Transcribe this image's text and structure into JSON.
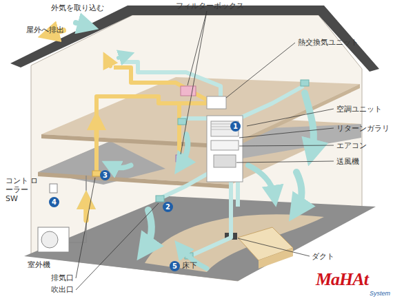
{
  "diagram": {
    "labels": [
      "外気を取り込む",
      "屋外へ排出",
      "フィルターボックス",
      "熱交換気ユニット",
      "空調ユニット",
      "リターンガラリ",
      "エアコン",
      "送風機",
      "ダクト",
      "コント ローラー SW",
      "室外機",
      "排気口",
      "吹出口",
      "床下",
      "1",
      "2",
      "3",
      "4",
      "5",
      "MaHAt",
      "System"
    ]
  }
}
